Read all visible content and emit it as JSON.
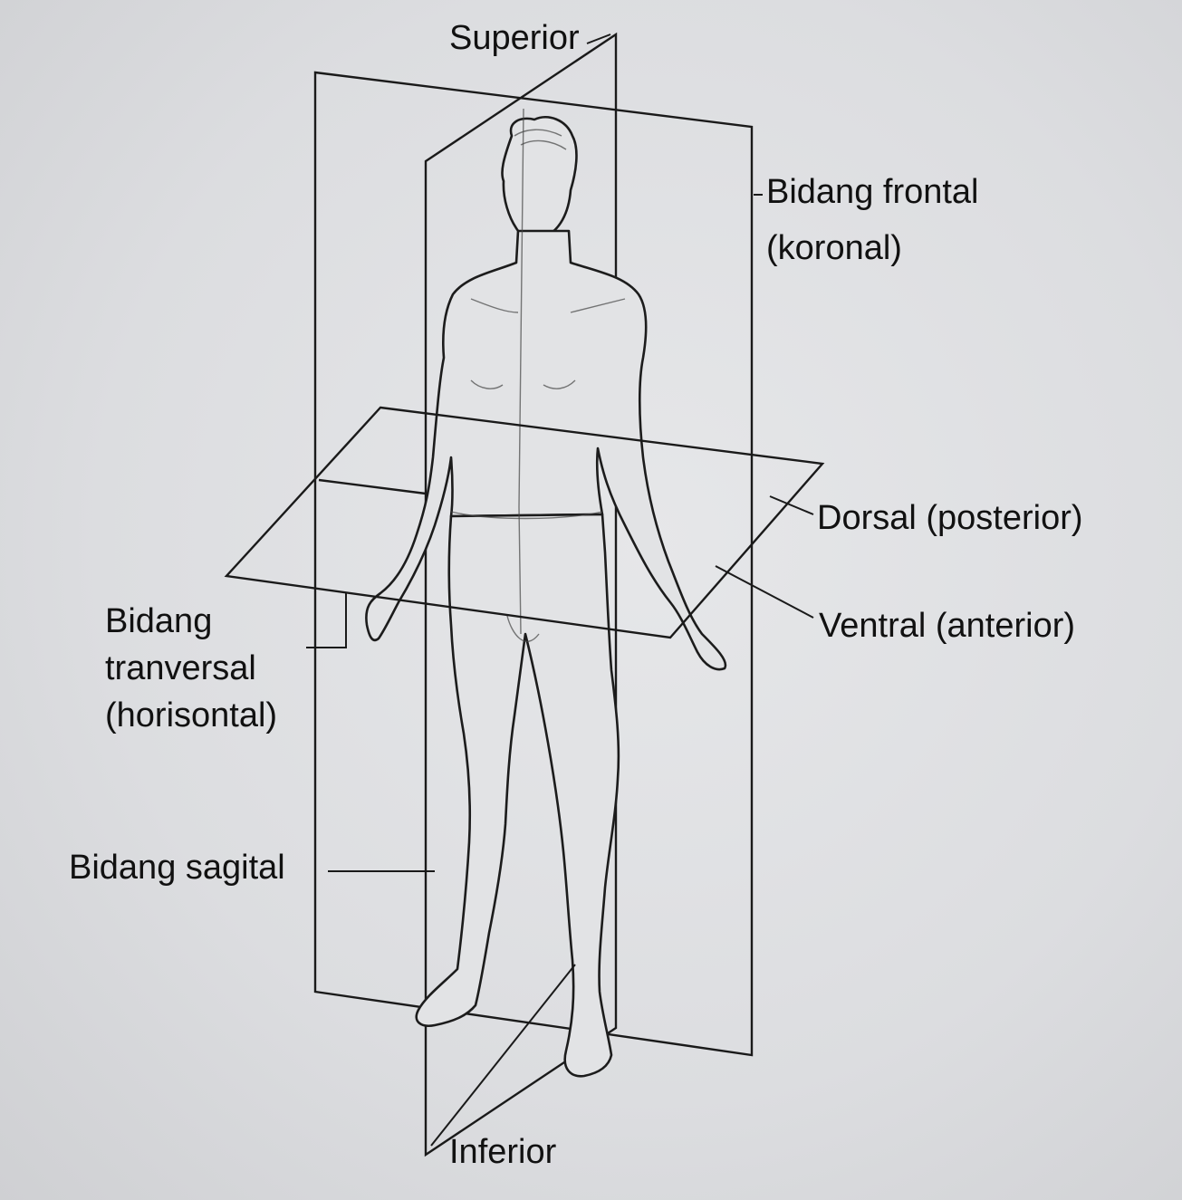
{
  "labels": {
    "superior": "Superior",
    "bidang_frontal_line1": "Bidang frontal",
    "bidang_frontal_line2": "(koronal)",
    "dorsal": "Dorsal (posterior)",
    "ventral": "Ventral (anterior)",
    "bidang_transversal_line1": "Bidang",
    "bidang_transversal_line2": "tranversal",
    "bidang_transversal_line3": "(horisontal)",
    "bidang_sagital": "Bidang sagital",
    "inferior": "Inferior"
  },
  "colors": {
    "paper": "#dcdddf",
    "ink": "#111111",
    "bleed_through": "#a9abaf"
  }
}
